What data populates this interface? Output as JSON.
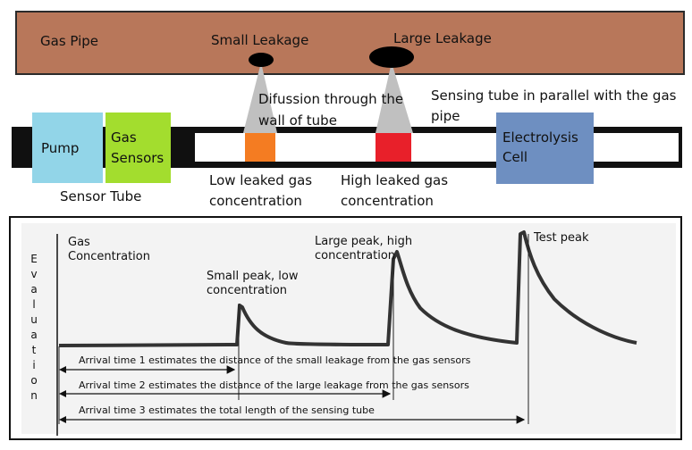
{
  "pipe": {
    "label": "Gas Pipe",
    "small_leak": "Small Leakage",
    "large_leak": "Large Leakage"
  },
  "diffusion_label": [
    "Difussion through the",
    "wall of tube"
  ],
  "parallel_label": [
    "Sensing tube in parallel with the gas",
    "pipe"
  ],
  "tube": {
    "pump": "Pump",
    "gas_sensors": [
      "Gas",
      "Sensors"
    ],
    "electrolysis": [
      "Electrolysis",
      "Cell"
    ],
    "sensor_tube": "Sensor Tube",
    "low_conc": [
      "Low leaked gas",
      "concentration"
    ],
    "high_conc": [
      "High leaked gas",
      "concentration"
    ]
  },
  "graph": {
    "y_label": [
      "Gas",
      "Concentration"
    ],
    "evaluation": [
      "E",
      "v",
      "a",
      "l",
      "u",
      "a",
      "t",
      "i",
      "o",
      "n"
    ],
    "small_peak": [
      "Small peak, low",
      "concentration"
    ],
    "large_peak": [
      "Large peak, high",
      "concentration"
    ],
    "test_peak": "Test peak",
    "arrival1": "Arrival time 1 estimates the distance of the small leakage from the gas sensors",
    "arrival2": "Arrival time 2 estimates the distance of the large leakage from the gas sensors",
    "arrival3": "Arrival time 3 estimates the total length of the sensing tube"
  },
  "colors": {
    "pipe": "#b8775a",
    "pump": "#92d5e8",
    "gas_sensors": "#a3dd2e",
    "electrolysis": "#6e8fc1",
    "low_leak": "#f47c22",
    "high_leak": "#e8202a",
    "diffusion": "#c0c0c0"
  }
}
